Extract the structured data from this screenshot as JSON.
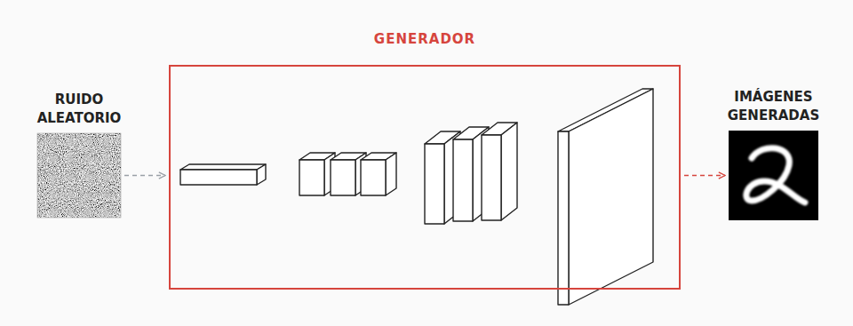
{
  "diagram": {
    "title": "GENERADOR",
    "nodes": [
      {
        "text": [
          "RUIDO ALEATORIO"
        ]
      },
      {
        "text": [
          "GENERADOR"
        ]
      },
      {
        "text": [
          "IMÁGENES GENERADAS"
        ]
      }
    ],
    "edges": [
      {
        "from": 0,
        "to": 1,
        "arrow": "to"
      },
      {
        "from": 1,
        "to": 2,
        "arrow": "to"
      }
    ]
  }
}
